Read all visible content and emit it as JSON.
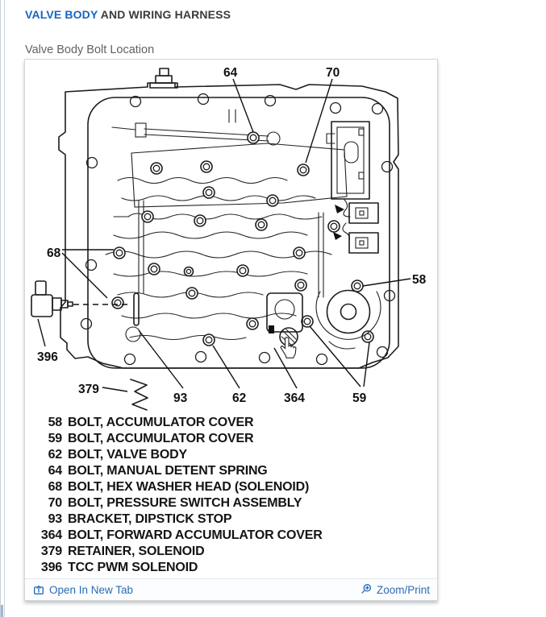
{
  "header": {
    "title_link": "VALVE BODY",
    "title_rest": " AND WIRING HARNESS"
  },
  "subtitle": "Valve Body Bolt Location",
  "diagram": {
    "callouts": [
      "64",
      "70",
      "68",
      "58",
      "396",
      "379",
      "93",
      "62",
      "364",
      "59"
    ]
  },
  "legend": {
    "items": [
      {
        "num": "58",
        "desc": "BOLT, ACCUMULATOR COVER"
      },
      {
        "num": "59",
        "desc": "BOLT, ACCUMULATOR COVER"
      },
      {
        "num": "62",
        "desc": "BOLT, VALVE BODY"
      },
      {
        "num": "64",
        "desc": "BOLT, MANUAL DETENT SPRING"
      },
      {
        "num": "68",
        "desc": "BOLT, HEX WASHER HEAD (SOLENOID)"
      },
      {
        "num": "70",
        "desc": "BOLT, PRESSURE SWITCH ASSEMBLY"
      },
      {
        "num": "93",
        "desc": "BRACKET, DIPSTICK STOP"
      },
      {
        "num": "364",
        "desc": "BOLT, FORWARD ACCUMULATOR COVER"
      },
      {
        "num": "379",
        "desc": "RETAINER, SOLENOID"
      },
      {
        "num": "396",
        "desc": "TCC PWM SOLENOID"
      }
    ]
  },
  "footer": {
    "open_in_new_tab": "Open In New Tab",
    "zoom_print": "Zoom/Print"
  },
  "colors": {
    "title_link_blue": "#1565c0",
    "title_text": "#3a3b3d",
    "caption_gray": "#5f6368",
    "footer_link_blue": "#2a6db5",
    "panel_border": "#d6d6d6",
    "diagram_ink": "#1c1c1c"
  }
}
